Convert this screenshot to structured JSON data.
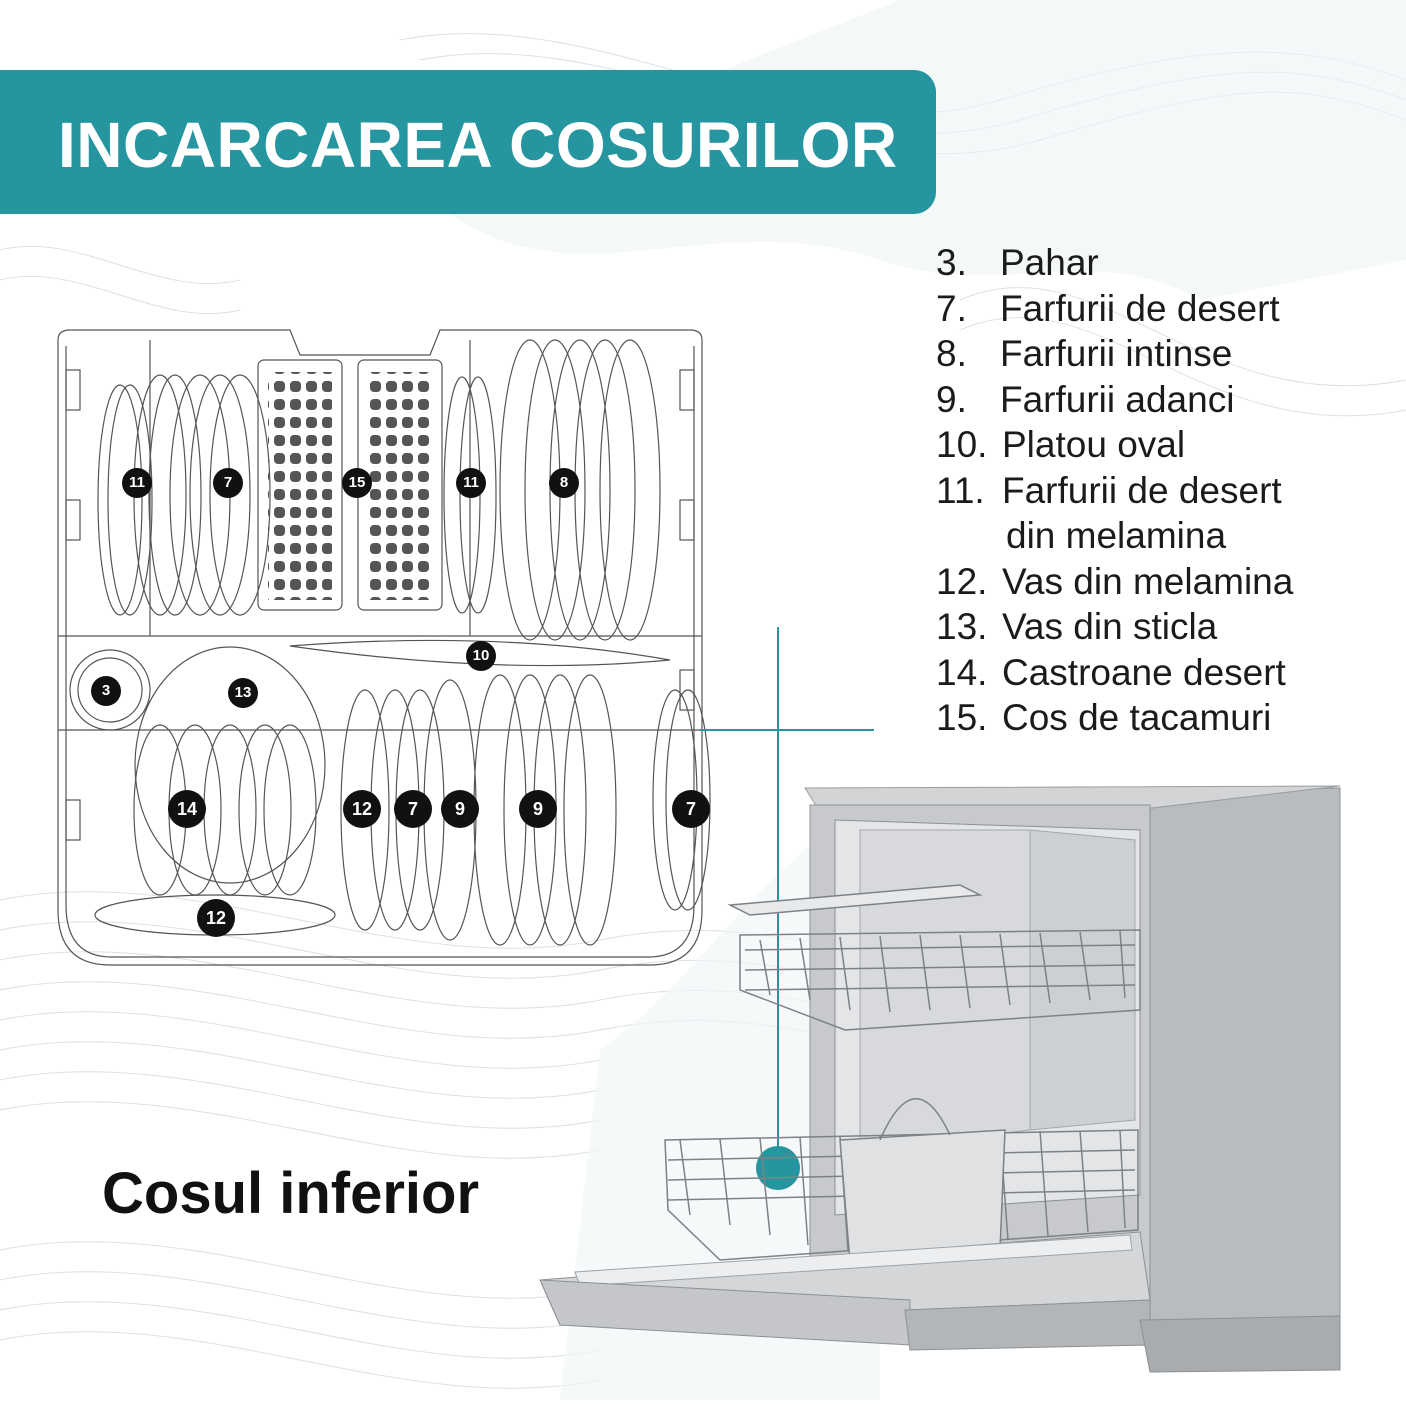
{
  "title": "INCARCAREA COSURILOR",
  "basket_label": "Cosul inferior",
  "legend": [
    {
      "num": "3.",
      "text": "Pahar"
    },
    {
      "num": "7.",
      "text": "Farfurii de desert"
    },
    {
      "num": "8.",
      "text": "Farfurii intinse"
    },
    {
      "num": "9.",
      "text": "Farfurii adanci"
    },
    {
      "num": "10.",
      "text": "Platou oval"
    },
    {
      "num": "11.",
      "text": "Farfurii de desert"
    },
    {
      "num": "",
      "text": "din melamina"
    },
    {
      "num": "12.",
      "text": "Vas din melamina"
    },
    {
      "num": "13.",
      "text": "Vas din sticla"
    },
    {
      "num": "14.",
      "text": "Castroane desert"
    },
    {
      "num": "15.",
      "text": "Cos de tacamuri"
    }
  ],
  "callouts": {
    "c11a": "11",
    "c7a": "7",
    "c15": "15",
    "c11b": "11",
    "c8": "8",
    "c10": "10",
    "c3": "3",
    "c13": "13",
    "c14": "14",
    "c12a": "12",
    "c7b": "7",
    "c9a": "9",
    "c9b": "9",
    "c7c": "7",
    "c12b": "12"
  },
  "colors": {
    "accent": "#2596a0",
    "ink": "#111111"
  }
}
